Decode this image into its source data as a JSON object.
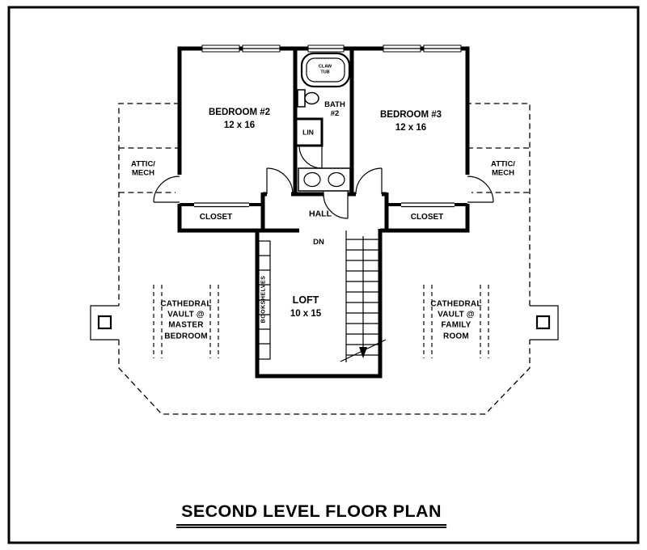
{
  "title": "SECOND LEVEL FLOOR PLAN",
  "labels": {
    "bedroom2_name": "BEDROOM #2",
    "bedroom2_size": "12 x 16",
    "bedroom3_name": "BEDROOM #3",
    "bedroom3_size": "12 x 16",
    "bath": "BATH\n#2",
    "claw_tub": "CLAW\nTUB",
    "lin": "LIN",
    "hall": "HALL",
    "closet_left": "CLOSET",
    "closet_right": "CLOSET",
    "attic_left": "ATTIC/\nMECH",
    "attic_right": "ATTIC/\nMECH",
    "loft_name": "LOFT",
    "loft_size": "10 x 15",
    "down": "DN",
    "bookshelves": "BOOKSHELVES",
    "vault_master": "CATHEDRAL\nVAULT @\nMASTER\nBEDROOM",
    "vault_family": "CATHEDRAL\nVAULT @\nFAMILY\nROOM"
  },
  "colors": {
    "line": "#000000",
    "background": "#ffffff"
  }
}
